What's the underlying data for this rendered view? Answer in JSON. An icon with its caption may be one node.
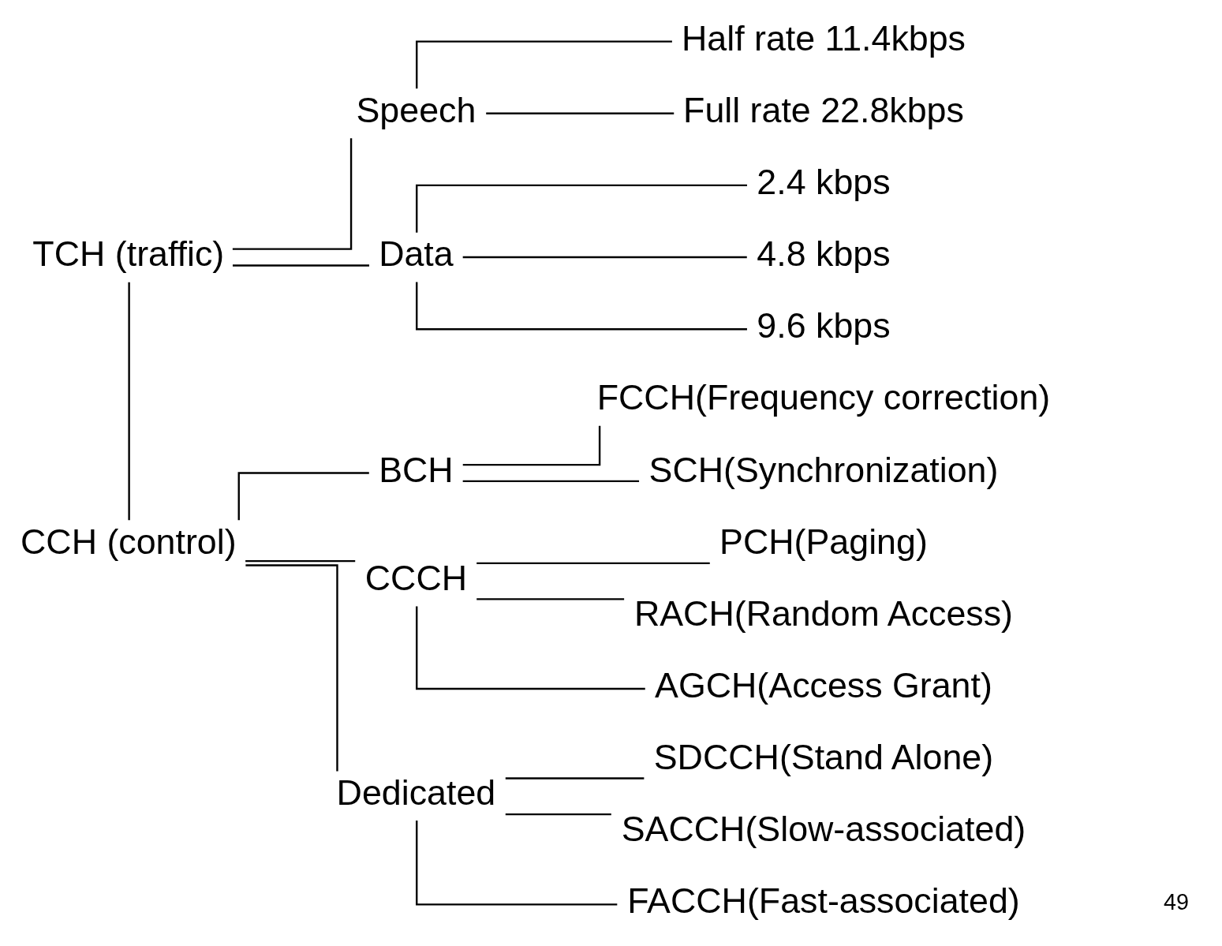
{
  "diagram": {
    "nodes": [
      {
        "text": [
          "TCH (traffic)"
        ]
      },
      {
        "text": [
          "Speech"
        ]
      },
      {
        "text": [
          "Half rate 11.4kbps"
        ]
      },
      {
        "text": [
          "Full rate 22.8kbps"
        ]
      },
      {
        "text": [
          "Data"
        ]
      },
      {
        "text": [
          "2.4 kbps"
        ]
      },
      {
        "text": [
          "4.8 kbps"
        ]
      },
      {
        "text": [
          "9.6 kbps"
        ]
      },
      {
        "text": [
          "BCH"
        ]
      },
      {
        "text": [
          "FCCH(Frequency correction)"
        ]
      },
      {
        "text": [
          "SCH(Synchronization)"
        ]
      },
      {
        "text": [
          "PCH(Paging)"
        ]
      },
      {
        "text": [
          "CCCH"
        ]
      },
      {
        "text": [
          "RACH(Random Access)"
        ]
      },
      {
        "text": [
          "AGCH(Access Grant)"
        ]
      },
      {
        "text": [
          "CCH (control)"
        ]
      },
      {
        "text": [
          "SDCCH(Stand Alone)"
        ]
      },
      {
        "text": [
          "Dedicated"
        ]
      },
      {
        "text": [
          "SACCH(Slow-associated)"
        ]
      },
      {
        "text": [
          "FACCH(Fast-associated)"
        ]
      }
    ],
    "edges": [
      {
        "from": 0,
        "to": 15,
        "arrow": "none"
      },
      {
        "from": 0,
        "to": 1,
        "arrow": "none"
      },
      {
        "from": 0,
        "to": 4,
        "arrow": "none"
      },
      {
        "from": 1,
        "to": 2,
        "arrow": "none"
      },
      {
        "from": 1,
        "to": 3,
        "arrow": "none"
      },
      {
        "from": 4,
        "to": 5,
        "arrow": "none"
      },
      {
        "from": 4,
        "to": 6,
        "arrow": "none"
      },
      {
        "from": 4,
        "to": 7,
        "arrow": "none"
      },
      {
        "from": 15,
        "to": 8,
        "arrow": "none"
      },
      {
        "from": 15,
        "to": 12,
        "arrow": "none"
      },
      {
        "from": 15,
        "to": 17,
        "arrow": "none"
      },
      {
        "from": 8,
        "to": 9,
        "arrow": "none"
      },
      {
        "from": 8,
        "to": 10,
        "arrow": "none"
      },
      {
        "from": 12,
        "to": 11,
        "arrow": "none"
      },
      {
        "from": 12,
        "to": 13,
        "arrow": "none"
      },
      {
        "from": 12,
        "to": 14,
        "arrow": "none"
      },
      {
        "from": 17,
        "to": 16,
        "arrow": "none"
      },
      {
        "from": 17,
        "to": 18,
        "arrow": "none"
      },
      {
        "from": 17,
        "to": 19,
        "arrow": "none"
      }
    ],
    "labels": [
      "49"
    ]
  }
}
